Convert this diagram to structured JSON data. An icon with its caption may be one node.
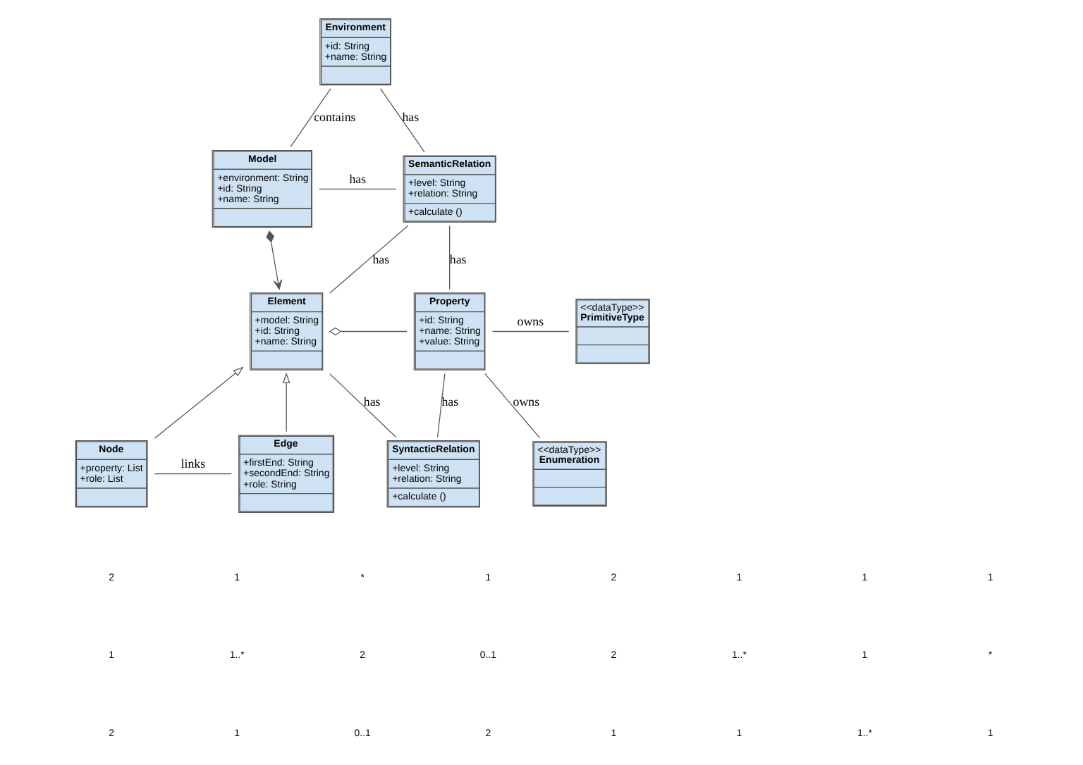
{
  "diagram": {
    "nodes": [
      {
        "text": [
          "Environment",
          "+id: String",
          "+name: String"
        ]
      },
      {
        "text": [
          "Model",
          "+environment: String",
          "+id: String",
          "+name: String"
        ]
      },
      {
        "text": [
          "SemanticRelation",
          "+level: String",
          "+relation: String",
          "+calculate ()"
        ]
      },
      {
        "text": [
          "Element",
          "+model: String",
          "+id: String",
          "+name: String"
        ]
      },
      {
        "text": [
          "Property",
          "+id: String",
          "+name: String",
          "+value: String"
        ]
      },
      {
        "text": [
          "<<dataType>>",
          "PrimitiveType"
        ]
      },
      {
        "text": [
          "SyntacticRelation",
          "+level: String",
          "+relation: String",
          "+calculate ()"
        ]
      },
      {
        "text": [
          "<<dataType>>",
          "Enumeration"
        ]
      },
      {
        "text": [
          "Node",
          "+property: List",
          "+role: List"
        ]
      },
      {
        "text": [
          "Edge",
          "+firstEnd: String",
          "+secondEnd: String",
          "+role: String"
        ]
      }
    ],
    "edges": [
      {
        "from": 0,
        "to": 2,
        "arrow": "none",
        "label": "has"
      },
      {
        "from": 0,
        "to": 1,
        "arrow": "none",
        "label": "contains"
      },
      {
        "from": 1,
        "to": 2,
        "arrow": "none",
        "label": "has"
      },
      {
        "from": 1,
        "to": 3,
        "arrow": "to"
      },
      {
        "from": 3,
        "to": 2,
        "arrow": "none",
        "label": "has"
      },
      {
        "from": 3,
        "to": 4,
        "arrow": "other"
      },
      {
        "from": 3,
        "to": 6,
        "arrow": "none",
        "label": "has"
      },
      {
        "from": 2,
        "to": 4,
        "arrow": "none",
        "label": "has"
      },
      {
        "from": 4,
        "to": 5,
        "arrow": "none",
        "label": "owns"
      },
      {
        "from": 4,
        "to": 7,
        "arrow": "none",
        "label": "owns"
      },
      {
        "from": 4,
        "to": 6,
        "arrow": "none",
        "label": "has"
      },
      {
        "from": 8,
        "to": 3,
        "arrow": "to"
      },
      {
        "from": 9,
        "to": 3,
        "arrow": "to"
      },
      {
        "from": 8,
        "to": 9,
        "arrow": "none",
        "label": "links"
      }
    ],
    "labels": [
      "2",
      "1",
      "*",
      "1",
      "2",
      "1",
      "1",
      "1",
      "1",
      "1..*",
      "2",
      "0..1",
      "2",
      "1..*",
      "1",
      "*",
      "2",
      "1",
      "0..1",
      "2",
      "1",
      "1",
      "1..*",
      "1"
    ]
  }
}
